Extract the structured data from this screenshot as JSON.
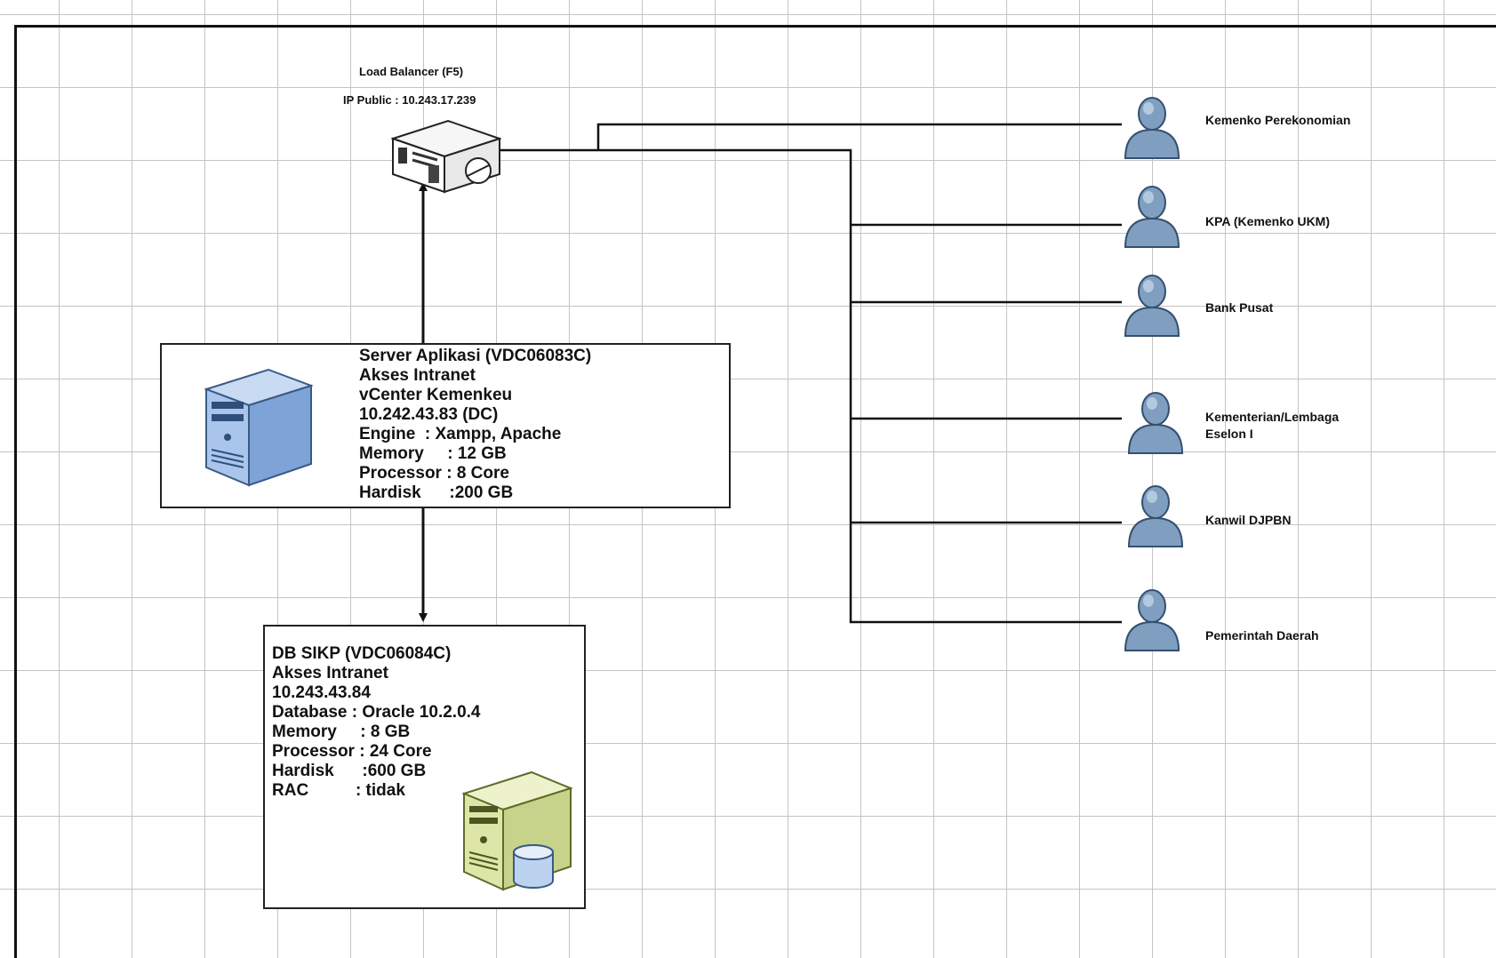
{
  "load_balancer": {
    "name": "Load Balancer (F5)",
    "ip": "IP Public : 10.243.17.239"
  },
  "app_server": {
    "lines": [
      "Server Aplikasi (VDC06083C)",
      "Akses Intranet",
      "vCenter Kemenkeu",
      "10.242.43.83 (DC)",
      "Engine  : Xampp, Apache",
      "Memory     : 12 GB",
      "Processor : 8 Core",
      "Hardisk      :200 GB"
    ]
  },
  "db_server": {
    "lines": [
      "DB SIKP (VDC06084C)",
      "Akses Intranet",
      "10.243.43.84",
      "Database : Oracle 10.2.0.4",
      "Memory     : 8 GB",
      "Processor : 24 Core",
      "Hardisk      :600 GB",
      "RAC          : tidak"
    ]
  },
  "users": [
    {
      "lines": [
        "Kemenko Perekonomian"
      ]
    },
    {
      "lines": [
        "KPA (Kemenko UKM)"
      ]
    },
    {
      "lines": [
        "Bank Pusat"
      ]
    },
    {
      "lines": [
        "Kementerian/Lembaga",
        "Eselon I"
      ]
    },
    {
      "lines": [
        "Kanwil DJPBN"
      ]
    },
    {
      "lines": [
        "Pemerintah Daerah"
      ]
    }
  ],
  "icons": {
    "load_balancer": "load-balancer-icon",
    "app_server": "server-tower-icon",
    "db_server": "database-server-icon",
    "user": "user-icon"
  },
  "colors": {
    "app_server_blue": "#8fb4e3",
    "db_server_green": "#dbe4a8",
    "user_blue": "#7f9ec0",
    "grid": "#c4c4c4"
  }
}
